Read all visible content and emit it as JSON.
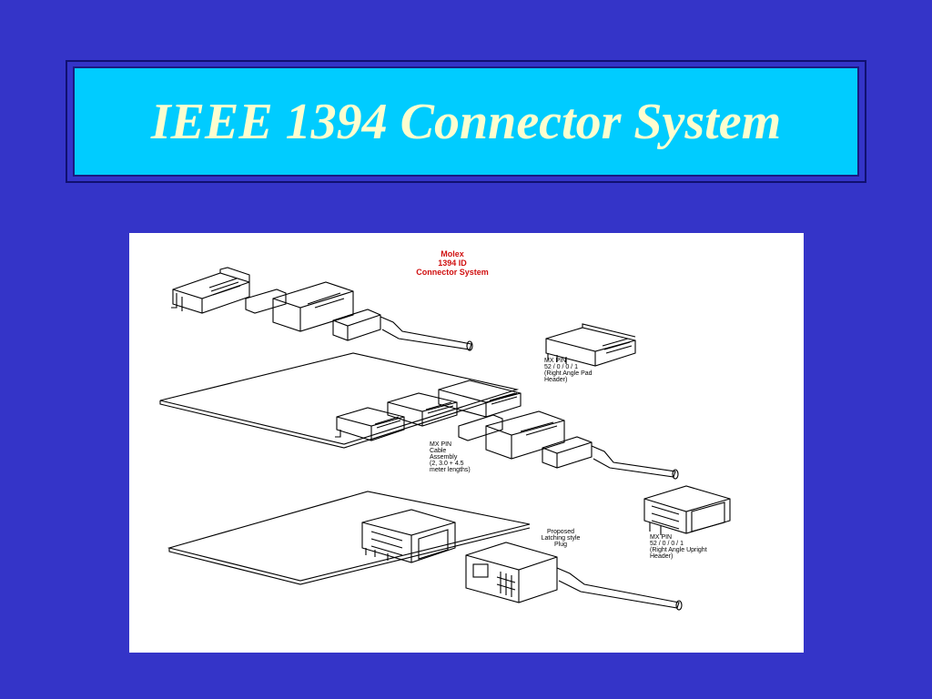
{
  "slide": {
    "title": "IEEE 1394 Connector System"
  },
  "figure": {
    "heading": [
      "Molex",
      "1394 ID",
      "Connector System"
    ],
    "callouts": [
      [
        "MX PIN",
        "52 / 0 / 0 / 1",
        "(Right Angle Pad",
        "Header)"
      ],
      [
        "MX PIN",
        "Cable",
        "Assembly",
        "(2, 3.0 + 4.5",
        "meter lengths)"
      ],
      [
        "Proposed",
        "Latching style",
        "Plug"
      ],
      [
        "MX PIN",
        "52 / 0 / 0 / 1",
        "(Right Angle Upright",
        "Header)"
      ]
    ]
  }
}
